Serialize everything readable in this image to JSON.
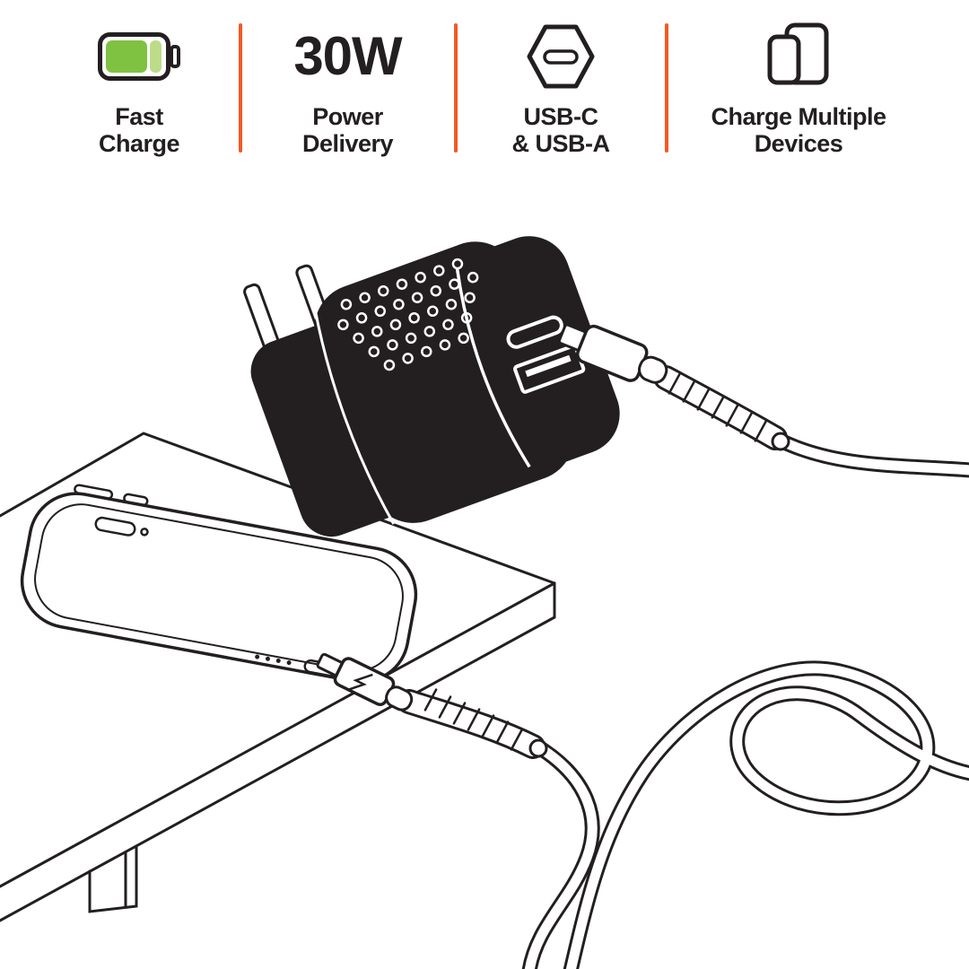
{
  "colors": {
    "ink": "#231F20",
    "divider_orange": "#F15A24",
    "battery_green": "#7FC241",
    "battery_green_light": "#BCDC8A"
  },
  "features": [
    {
      "id": "fast-charge",
      "icon": "battery-icon",
      "label": [
        "Fast",
        "Charge"
      ]
    },
    {
      "id": "power-delivery",
      "headline": "30W",
      "label": [
        "Power",
        "Delivery"
      ]
    },
    {
      "id": "usb-ports",
      "icon": "usb-c-port-icon",
      "label": [
        "USB-C",
        "& USB-A"
      ]
    },
    {
      "id": "charge-multiple-devices",
      "icon": "multiple-devices-icon",
      "label": [
        "Charge Multiple",
        "Devices"
      ]
    }
  ]
}
